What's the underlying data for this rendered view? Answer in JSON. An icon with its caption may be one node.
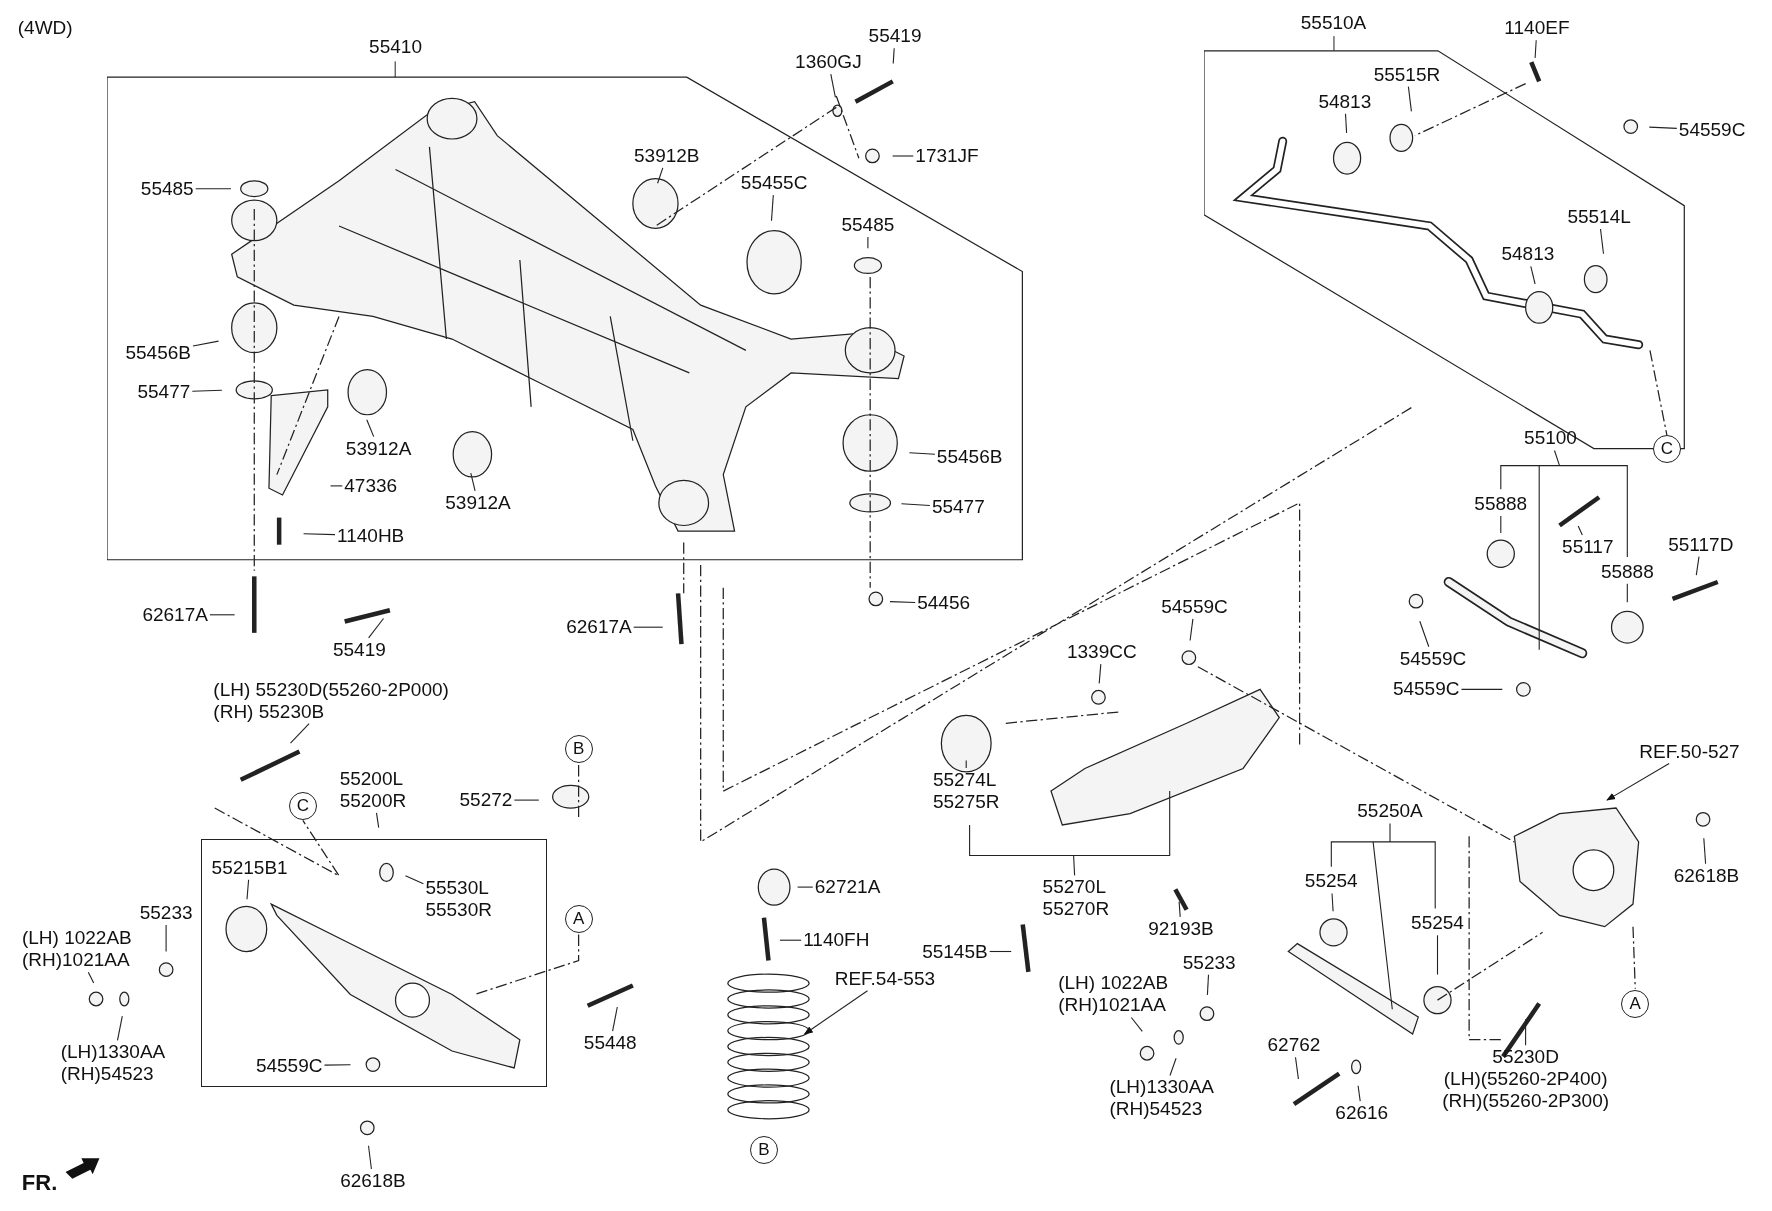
{
  "diagram": {
    "nodes": [
      {
        "text": [
          "55410"
        ]
      },
      {
        "text": [
          "55485"
        ],
        "in": 0
      },
      {
        "text": [
          "55456B"
        ],
        "in": 0
      },
      {
        "text": [
          "55477"
        ],
        "in": 0
      },
      {
        "text": [
          "53912A"
        ],
        "in": 0
      },
      {
        "text": [
          "47336"
        ],
        "in": 0
      },
      {
        "text": [
          "1140HB"
        ],
        "in": 0
      },
      {
        "text": [
          "53912A"
        ],
        "in": 0
      },
      {
        "text": [
          "53912B"
        ],
        "in": 0
      },
      {
        "text": [
          "55455C"
        ],
        "in": 0
      },
      {
        "text": [
          "55485"
        ],
        "in": 0
      },
      {
        "text": [
          "55456B"
        ],
        "in": 0
      },
      {
        "text": [
          "55477"
        ],
        "in": 0
      },
      {
        "text": [
          "1360GJ"
        ]
      },
      {
        "text": [
          "55419"
        ]
      },
      {
        "text": [
          "1731JF"
        ]
      },
      {
        "text": [
          "62617A"
        ]
      },
      {
        "text": [
          "55419"
        ]
      },
      {
        "text": [
          "62617A"
        ]
      },
      {
        "text": [
          "54456"
        ]
      },
      {
        "text": [
          "55510A"
        ]
      },
      {
        "text": [
          "1140EF"
        ]
      },
      {
        "text": [
          "55515R"
        ],
        "in": 20
      },
      {
        "text": [
          "54813"
        ],
        "in": 20
      },
      {
        "text": [
          "54559C"
        ]
      },
      {
        "text": [
          "55514L"
        ],
        "in": 20
      },
      {
        "text": [
          "54813"
        ],
        "in": 20
      },
      {
        "text": [
          "C"
        ]
      },
      {
        "text": [
          "55100"
        ]
      },
      {
        "text": [
          "55888"
        ]
      },
      {
        "text": [
          "55117"
        ]
      },
      {
        "text": [
          "55117D"
        ]
      },
      {
        "text": [
          "55888"
        ]
      },
      {
        "text": [
          "54559C"
        ]
      },
      {
        "text": [
          "54559C"
        ]
      },
      {
        "text": [
          "REF.50-527"
        ]
      },
      {
        "text": [
          "62618B"
        ]
      },
      {
        "text": [
          "A"
        ]
      },
      {
        "text": [
          "54559C"
        ]
      },
      {
        "text": [
          "1339CC"
        ]
      },
      {
        "text": [
          "55274L",
          "55275R"
        ]
      },
      {
        "text": [
          "55270L",
          "55270R"
        ]
      },
      {
        "text": [
          "92193B"
        ]
      },
      {
        "text": [
          "55145B"
        ]
      },
      {
        "text": [
          "62721A"
        ]
      },
      {
        "text": [
          "1140FH"
        ]
      },
      {
        "text": [
          "REF.54-553"
        ]
      },
      {
        "text": [
          "B"
        ]
      },
      {
        "text": [
          "55233"
        ]
      },
      {
        "text": [
          "(LH) 1022AB",
          "(RH)1021AA"
        ]
      },
      {
        "text": [
          "(LH)1330AA",
          "(RH)54523"
        ]
      },
      {
        "text": [
          "55250A"
        ]
      },
      {
        "text": [
          "55254"
        ]
      },
      {
        "text": [
          "55254"
        ]
      },
      {
        "text": [
          "62762"
        ]
      },
      {
        "text": [
          "62616"
        ]
      },
      {
        "text": [
          "55230D",
          "(LH)(55260-2P400)",
          "(RH)(55260-2P300)"
        ]
      },
      {
        "text": [],
        "shape": "box"
      },
      {
        "text": [
          "(LH) 55230D(55260-2P000)",
          "(RH) 55230B"
        ]
      },
      {
        "text": [
          "55200L",
          "55200R"
        ]
      },
      {
        "text": [
          "C"
        ]
      },
      {
        "text": [
          "B"
        ]
      },
      {
        "text": [
          "55272"
        ]
      },
      {
        "text": [
          "55215B1"
        ],
        "in": 57
      },
      {
        "text": [
          "55530L",
          "55530R"
        ],
        "in": 57
      },
      {
        "text": [
          "A"
        ]
      },
      {
        "text": [
          "55233"
        ]
      },
      {
        "text": [
          "(LH) 1022AB",
          "(RH)1021AA"
        ]
      },
      {
        "text": [
          "(LH)1330AA",
          "(RH)54523"
        ]
      },
      {
        "text": [
          "55448"
        ]
      },
      {
        "text": [
          "54559C"
        ],
        "in": 57
      },
      {
        "text": [
          "62618B"
        ]
      }
    ],
    "edges": [
      {
        "from": 1,
        "to": null,
        "arrow": "none"
      },
      {
        "from": 2,
        "to": null,
        "arrow": "none"
      },
      {
        "from": 3,
        "to": null,
        "arrow": "none"
      },
      {
        "from": 4,
        "to": null,
        "arrow": "none"
      },
      {
        "from": 5,
        "to": null,
        "arrow": "none"
      },
      {
        "from": 6,
        "to": null,
        "arrow": "none"
      },
      {
        "from": 7,
        "to": null,
        "arrow": "none"
      },
      {
        "from": 8,
        "to": null,
        "arrow": "none"
      },
      {
        "from": 9,
        "to": null,
        "arrow": "none"
      },
      {
        "from": 10,
        "to": null,
        "arrow": "none"
      },
      {
        "from": 11,
        "to": null,
        "arrow": "none"
      },
      {
        "from": 12,
        "to": null,
        "arrow": "none"
      },
      {
        "from": 13,
        "to": null,
        "arrow": "none"
      },
      {
        "from": 14,
        "to": null,
        "arrow": "none"
      },
      {
        "from": 15,
        "to": null,
        "arrow": "none"
      },
      {
        "from": 16,
        "to": null,
        "arrow": "none"
      },
      {
        "from": 17,
        "to": null,
        "arrow": "none"
      },
      {
        "from": 18,
        "to": null,
        "arrow": "none"
      },
      {
        "from": 19,
        "to": null,
        "arrow": "none"
      },
      {
        "from": 21,
        "to": null,
        "arrow": "none"
      },
      {
        "from": 22,
        "to": null,
        "arrow": "none"
      },
      {
        "from": 23,
        "to": null,
        "arrow": "none"
      },
      {
        "from": 24,
        "to": null,
        "arrow": "none"
      },
      {
        "from": 25,
        "to": null,
        "arrow": "none"
      },
      {
        "from": 26,
        "to": null,
        "arrow": "none"
      },
      {
        "from": 28,
        "to": null,
        "arrow": "none"
      },
      {
        "from": 29,
        "to": null,
        "arrow": "none"
      },
      {
        "from": 30,
        "to": null,
        "arrow": "none"
      },
      {
        "from": 31,
        "to": null,
        "arrow": "none"
      },
      {
        "from": 32,
        "to": null,
        "arrow": "none"
      },
      {
        "from": 33,
        "to": null,
        "arrow": "none"
      },
      {
        "from": 34,
        "to": null,
        "arrow": "none"
      },
      {
        "from": 35,
        "to": null,
        "arrow": "to"
      },
      {
        "from": 36,
        "to": null,
        "arrow": "none"
      },
      {
        "from": 38,
        "to": null,
        "arrow": "none"
      },
      {
        "from": 39,
        "to": null,
        "arrow": "none"
      },
      {
        "from": 40,
        "to": null,
        "arrow": "none"
      },
      {
        "from": 41,
        "to": null,
        "arrow": "none"
      },
      {
        "from": 42,
        "to": null,
        "arrow": "none"
      },
      {
        "from": 43,
        "to": null,
        "arrow": "none"
      },
      {
        "from": 44,
        "to": null,
        "arrow": "none"
      },
      {
        "from": 45,
        "to": null,
        "arrow": "none"
      },
      {
        "from": 46,
        "to": null,
        "arrow": "to"
      },
      {
        "from": 48,
        "to": null,
        "arrow": "none"
      },
      {
        "from": 49,
        "to": null,
        "arrow": "none"
      },
      {
        "from": 50,
        "to": null,
        "arrow": "none"
      },
      {
        "from": 51,
        "to": null,
        "arrow": "none"
      },
      {
        "from": 52,
        "to": null,
        "arrow": "none"
      },
      {
        "from": 53,
        "to": null,
        "arrow": "none"
      },
      {
        "from": 54,
        "to": null,
        "arrow": "none"
      },
      {
        "from": 55,
        "to": null,
        "arrow": "none"
      },
      {
        "from": 56,
        "to": null,
        "arrow": "none"
      },
      {
        "from": 58,
        "to": null,
        "arrow": "none"
      },
      {
        "from": 59,
        "to": null,
        "arrow": "none"
      },
      {
        "from": 62,
        "to": null,
        "arrow": "none"
      },
      {
        "from": 63,
        "to": null,
        "arrow": "none"
      },
      {
        "from": 64,
        "to": null,
        "arrow": "none"
      },
      {
        "from": 66,
        "to": null,
        "arrow": "none"
      },
      {
        "from": 67,
        "to": null,
        "arrow": "none"
      },
      {
        "from": 68,
        "to": null,
        "arrow": "none"
      },
      {
        "from": 69,
        "to": null,
        "arrow": "none"
      },
      {
        "from": 70,
        "to": null,
        "arrow": "none"
      },
      {
        "from": 71,
        "to": null,
        "arrow": "none"
      }
    ],
    "labels": [
      "(4WD)",
      "FR."
    ]
  }
}
